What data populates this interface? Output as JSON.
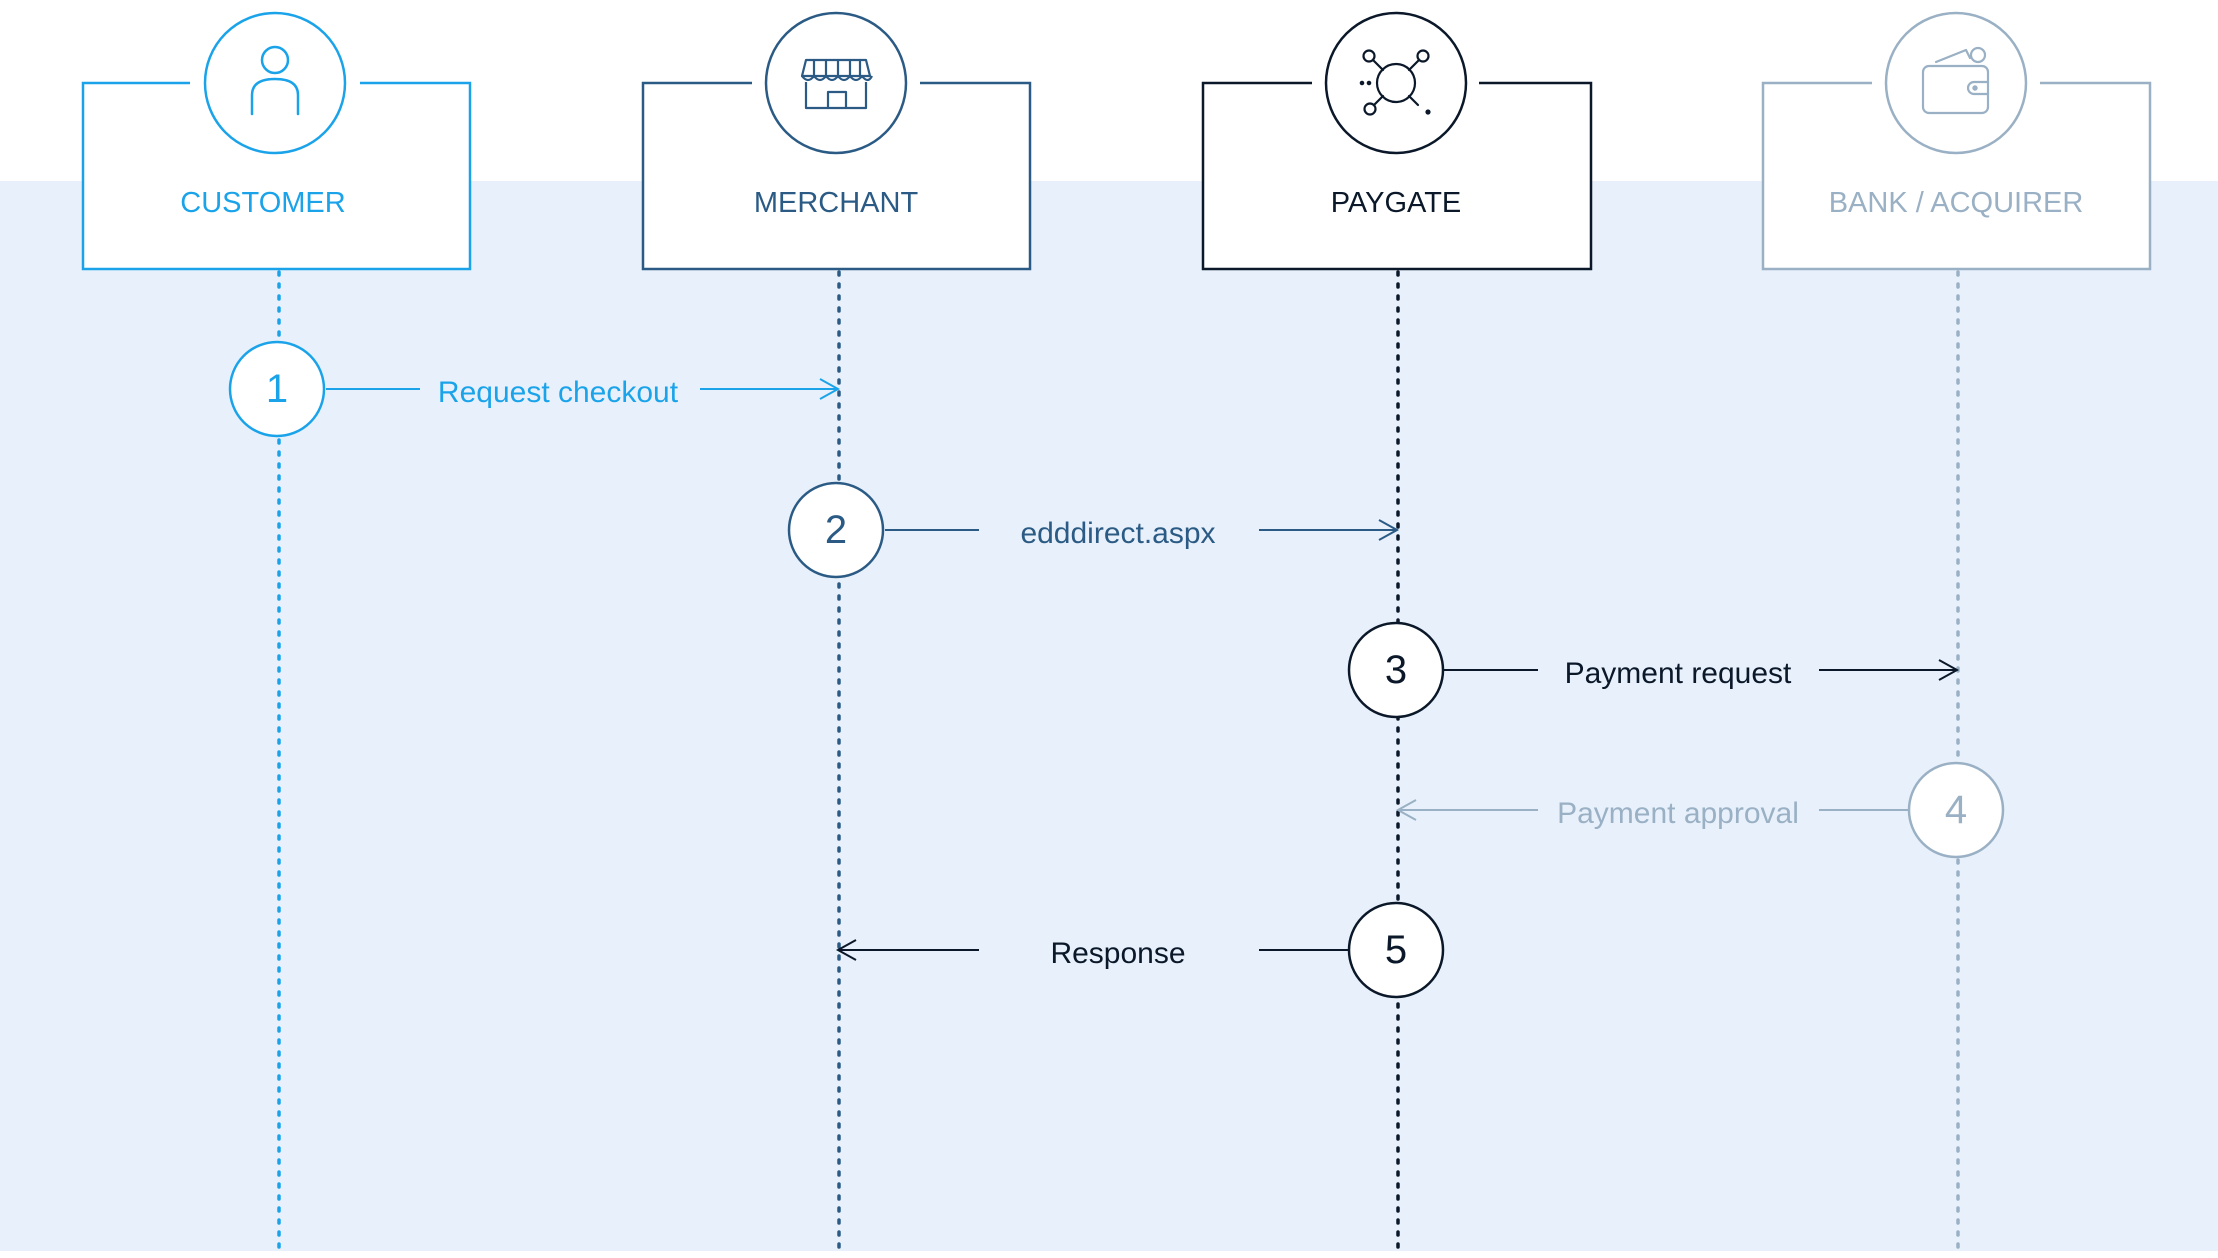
{
  "colors": {
    "customer": "#1ba3ea",
    "merchant": "#2b5b85",
    "paygate": "#0b1829",
    "bank": "#9ab0c4",
    "band": "#e8f1fb"
  },
  "actors": [
    {
      "id": "customer",
      "label": "CUSTOMER",
      "icon": "person-icon",
      "color": "#1ba3ea"
    },
    {
      "id": "merchant",
      "label": "MERCHANT",
      "icon": "storefront-icon",
      "color": "#2b5b85"
    },
    {
      "id": "paygate",
      "label": "PAYGATE",
      "icon": "network-hub-icon",
      "color": "#0b1829"
    },
    {
      "id": "bank",
      "label": "BANK / ACQUIRER",
      "icon": "wallet-icon",
      "color": "#9ab0c4"
    }
  ],
  "steps": [
    {
      "number": "1",
      "label": "Request checkout",
      "from": "customer",
      "to": "merchant",
      "color": "#1ba3ea"
    },
    {
      "number": "2",
      "label": "edddirect.aspx",
      "from": "merchant",
      "to": "paygate",
      "color": "#2b5b85"
    },
    {
      "number": "3",
      "label": "Payment request",
      "from": "paygate",
      "to": "bank",
      "color": "#0b1829"
    },
    {
      "number": "4",
      "label": "Payment approval",
      "from": "bank",
      "to": "paygate",
      "color": "#9ab0c4"
    },
    {
      "number": "5",
      "label": "Response",
      "from": "paygate",
      "to": "merchant",
      "color": "#0b1829"
    }
  ]
}
